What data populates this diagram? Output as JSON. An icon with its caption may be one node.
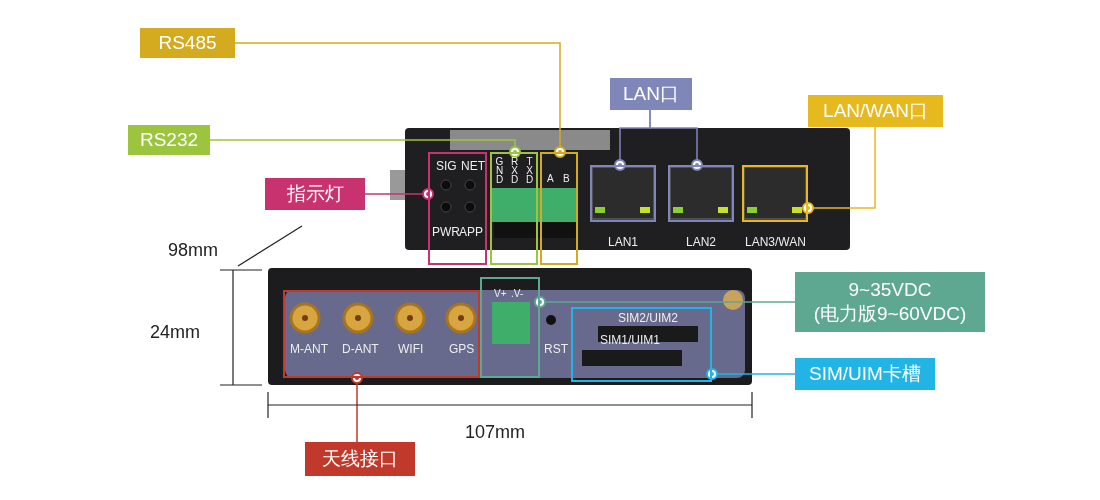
{
  "diagram": {
    "nodes": [
      {
        "text": [
          "RS485"
        ]
      },
      {
        "text": [
          "RS232"
        ]
      },
      {
        "text": [
          "LAN口"
        ]
      },
      {
        "text": [
          "LAN/WAN口"
        ]
      },
      {
        "text": [
          "指示灯"
        ]
      },
      {
        "text": [
          "9~35VDC (电力版9~60VDC)"
        ]
      },
      {
        "text": [
          "SIM/UIM卡槽"
        ]
      },
      {
        "text": [
          "天线接口"
        ]
      },
      {
        "text": [],
        "shape": "box"
      },
      {
        "text": [],
        "shape": "box"
      },
      {
        "text": [],
        "shape": "box"
      },
      {
        "text": [],
        "shape": "box"
      },
      {
        "text": [],
        "shape": "box"
      },
      {
        "text": [],
        "shape": "box"
      },
      {
        "text": [],
        "shape": "box"
      },
      {
        "text": [],
        "shape": "box"
      },
      {
        "text": [],
        "shape": "box"
      }
    ],
    "edges": [
      {
        "from": 0,
        "to": 10,
        "arrow": "other",
        "color": "#d4aa1e"
      },
      {
        "from": 1,
        "to": 9,
        "arrow": "other",
        "color": "#9cc43f"
      },
      {
        "from": 2,
        "to": 11,
        "arrow": "other",
        "color": "#7f86b8"
      },
      {
        "from": 2,
        "to": 12,
        "arrow": "other",
        "color": "#7f86b8"
      },
      {
        "from": 3,
        "to": 13,
        "arrow": "other",
        "color": "#e6b91e"
      },
      {
        "from": 4,
        "to": 8,
        "arrow": "other",
        "color": "#c8336f"
      },
      {
        "from": 5,
        "to": 14,
        "arrow": "other",
        "color": "#5ea892"
      },
      {
        "from": 6,
        "to": 15,
        "arrow": "other",
        "color": "#22b4e4"
      },
      {
        "from": 7,
        "to": 16,
        "arrow": "other",
        "color": "#c0392b"
      }
    ],
    "labels": [
      "SIG",
      "NET",
      "PWR",
      "APP",
      "GND",
      "RXD",
      "TXD",
      "A",
      "B",
      "LAN1",
      "LAN2",
      "LAN3/WAN",
      "98mm",
      "V+",
      ".V-",
      "24mm",
      "M-ANT",
      "D-ANT",
      "WIFI",
      "GPS",
      "RST",
      "SIM2/UIM2",
      "SIM1/UIM1",
      "107mm"
    ]
  }
}
